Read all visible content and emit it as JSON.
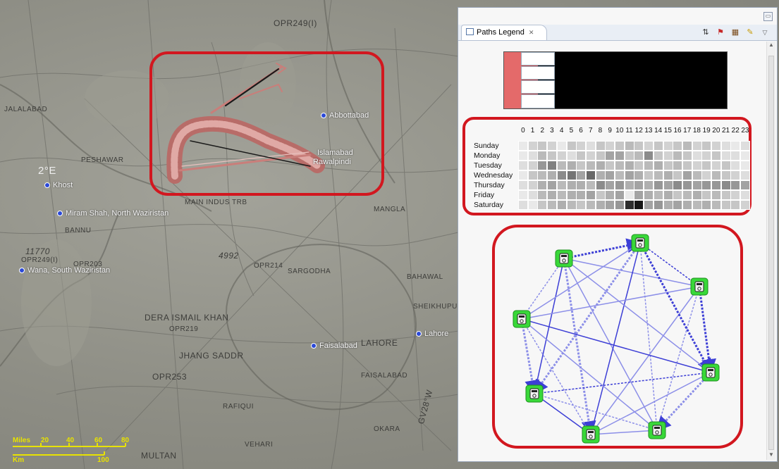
{
  "map": {
    "cities": [
      {
        "name": "Abbottabad"
      },
      {
        "name": "Khost"
      },
      {
        "name": "Miram Shah, North Waziristan"
      },
      {
        "name": "Wana, South Waziristan"
      },
      {
        "name": "Faisalabad"
      },
      {
        "name": "Lahore"
      },
      {
        "name": "Islamabad"
      },
      {
        "name": "Rawalpindi"
      }
    ],
    "labels": [
      "OPR249(I)",
      "JALALABAD",
      "PESHAWAR",
      "BANNU",
      "MAIN INDUS TRB",
      "OPR203",
      "OPR219",
      "DERA ISMAIL KHAN",
      "JHANG SADDR",
      "OPR253",
      "MULTAN",
      "VEHARI",
      "OKARA",
      "FAISALABAD",
      "LAHORE",
      "SARGODHA",
      "OPR214",
      "RAFIQUI",
      "BAHAWAL",
      "MANGLA",
      "SHEIKHUPURA",
      "11770",
      "OPR249(I)",
      "4992",
      "2°E",
      "GV28°W"
    ],
    "scale": {
      "miles_label": "Miles",
      "miles_ticks": [
        "20",
        "40",
        "60",
        "80"
      ],
      "km_label": "Km",
      "km_ticks": [
        "100"
      ]
    },
    "colors": {
      "path": "#c97e7a",
      "highlight": "#d2171f",
      "city_dot": "#2b49d8"
    }
  },
  "panel": {
    "tab_title": "Paths Legend",
    "tab_close": "✕",
    "toolbar_icons": [
      "sort-icon",
      "flag-icon",
      "calendar-icon",
      "pin-icon",
      "view-menu-icon"
    ],
    "toolbar_glyphs": [
      "⇅",
      "⚑",
      "▦",
      "✎",
      "▽"
    ],
    "minimize_glyph": "▭",
    "scroll_up": "▲",
    "scroll_down": "▼"
  },
  "heatmap": {
    "hours": [
      "0",
      "1",
      "2",
      "3",
      "4",
      "5",
      "6",
      "7",
      "8",
      "9",
      "10",
      "11",
      "12",
      "13",
      "14",
      "15",
      "16",
      "17",
      "18",
      "19",
      "20",
      "21",
      "22",
      "23"
    ],
    "days": [
      "Sunday",
      "Monday",
      "Tuesday",
      "Wednesday",
      "Thursday",
      "Friday",
      "Saturday"
    ],
    "values": [
      [
        0.05,
        0.15,
        0.2,
        0.15,
        0.05,
        0.2,
        0.15,
        0.1,
        0.2,
        0.15,
        0.2,
        0.25,
        0.2,
        0.15,
        0.2,
        0.15,
        0.2,
        0.25,
        0.15,
        0.2,
        0.15,
        0.1,
        0.05,
        0.1
      ],
      [
        0.05,
        0.1,
        0.25,
        0.2,
        0.15,
        0.1,
        0.2,
        0.15,
        0.2,
        0.35,
        0.35,
        0.2,
        0.25,
        0.45,
        0.2,
        0.15,
        0.25,
        0.2,
        0.1,
        0.15,
        0.2,
        0.1,
        0.1,
        0.05
      ],
      [
        0.1,
        0.15,
        0.4,
        0.5,
        0.25,
        0.3,
        0.2,
        0.25,
        0.3,
        0.2,
        0.25,
        0.3,
        0.2,
        0.25,
        0.3,
        0.2,
        0.25,
        0.2,
        0.15,
        0.2,
        0.15,
        0.2,
        0.1,
        0.05
      ],
      [
        0.05,
        0.2,
        0.25,
        0.3,
        0.45,
        0.55,
        0.35,
        0.6,
        0.3,
        0.35,
        0.25,
        0.35,
        0.3,
        0.2,
        0.25,
        0.3,
        0.2,
        0.35,
        0.25,
        0.15,
        0.25,
        0.2,
        0.15,
        0.1
      ],
      [
        0.1,
        0.15,
        0.3,
        0.35,
        0.25,
        0.3,
        0.3,
        0.25,
        0.45,
        0.35,
        0.4,
        0.3,
        0.35,
        0.3,
        0.4,
        0.35,
        0.45,
        0.4,
        0.35,
        0.4,
        0.4,
        0.45,
        0.4,
        0.35
      ],
      [
        0.05,
        0.1,
        0.25,
        0.3,
        0.25,
        0.3,
        0.3,
        0.35,
        0.2,
        0.3,
        0.35,
        0.05,
        0.35,
        0.3,
        0.25,
        0.3,
        0.2,
        0.25,
        0.3,
        0.2,
        0.25,
        0.2,
        0.15,
        0.1
      ],
      [
        0.1,
        0.05,
        0.2,
        0.25,
        0.3,
        0.25,
        0.2,
        0.25,
        0.3,
        0.35,
        0.4,
        0.85,
        0.95,
        0.35,
        0.4,
        0.3,
        0.35,
        0.3,
        0.25,
        0.3,
        0.25,
        0.2,
        0.2,
        0.15
      ]
    ]
  },
  "graph": {
    "nodes": [
      {
        "id": "n1",
        "icon": "phone-icon"
      },
      {
        "id": "n2",
        "icon": "phone-icon"
      },
      {
        "id": "n3",
        "icon": "phone-icon"
      },
      {
        "id": "n4",
        "icon": "phone-icon"
      },
      {
        "id": "n5",
        "icon": "phone-icon"
      },
      {
        "id": "n6",
        "icon": "phone-icon"
      },
      {
        "id": "n7",
        "icon": "phone-icon"
      },
      {
        "id": "n8",
        "icon": "phone-icon"
      }
    ],
    "edges": [
      [
        "n1",
        "n2"
      ],
      [
        "n1",
        "n3"
      ],
      [
        "n1",
        "n4"
      ],
      [
        "n1",
        "n6"
      ],
      [
        "n1",
        "n7"
      ],
      [
        "n1",
        "n8"
      ],
      [
        "n2",
        "n3"
      ],
      [
        "n2",
        "n4"
      ],
      [
        "n2",
        "n6"
      ],
      [
        "n2",
        "n7"
      ],
      [
        "n2",
        "n8"
      ],
      [
        "n3",
        "n4"
      ],
      [
        "n3",
        "n5"
      ],
      [
        "n3",
        "n7"
      ],
      [
        "n3",
        "n8"
      ],
      [
        "n4",
        "n5"
      ],
      [
        "n4",
        "n6"
      ],
      [
        "n4",
        "n8"
      ],
      [
        "n5",
        "n6"
      ],
      [
        "n5",
        "n7"
      ],
      [
        "n5",
        "n8"
      ],
      [
        "n6",
        "n7"
      ],
      [
        "n6",
        "n8"
      ],
      [
        "n7",
        "n8"
      ],
      [
        "n2",
        "n5"
      ],
      [
        "n1",
        "n5"
      ],
      [
        "n4",
        "n7"
      ]
    ],
    "colors": {
      "node": "#39d839",
      "edge": "#3d3fd6",
      "edge_light": "#8c8fe8"
    }
  }
}
